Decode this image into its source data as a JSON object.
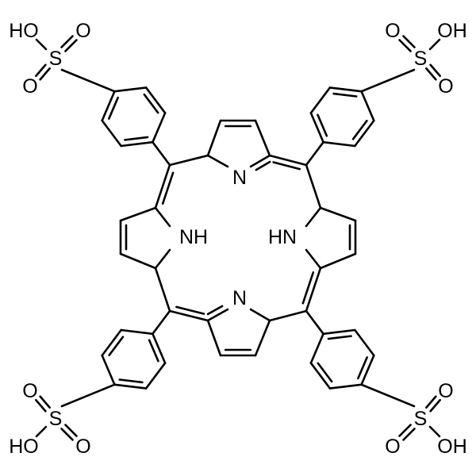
{
  "molecule": {
    "atom_labels": {
      "ring_n": "N",
      "ring_nh_left": "NH",
      "ring_nh_right": "HN",
      "sulfonic": {
        "sulfur": "S",
        "oxygen": "O",
        "hydroxyl_left": "HO",
        "hydroxyl_right": "OH"
      }
    }
  },
  "colors": {
    "bond": "#000000",
    "label": "#000000",
    "background": "#ffffff"
  }
}
